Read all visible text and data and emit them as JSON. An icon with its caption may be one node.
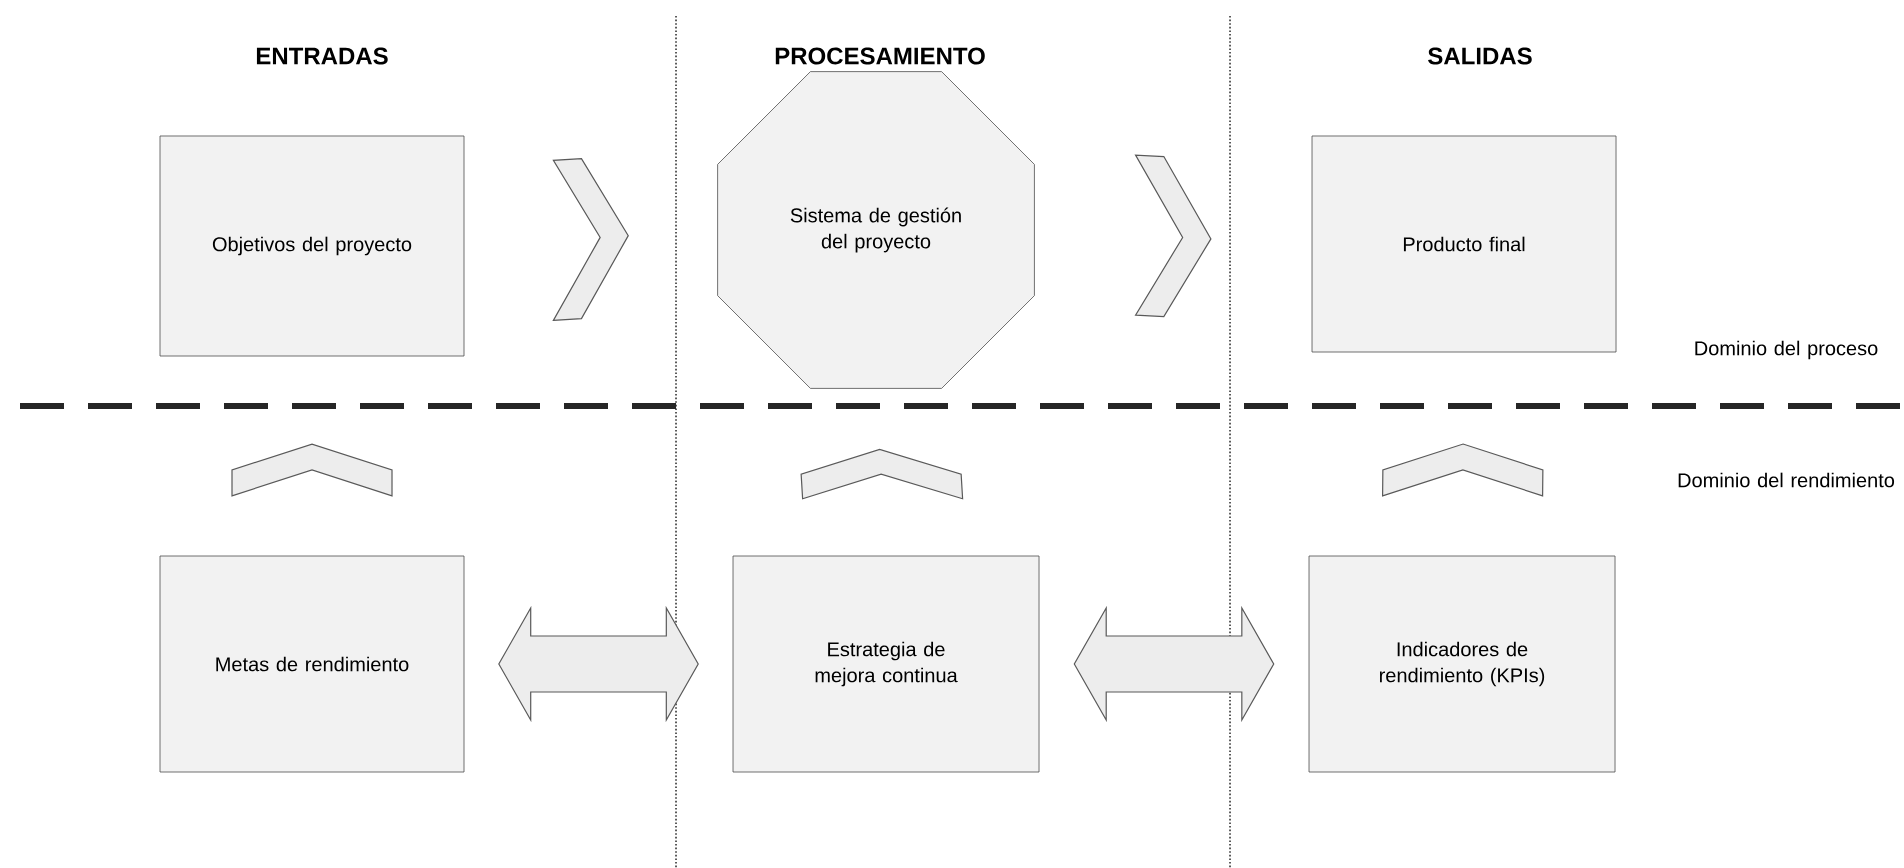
{
  "diagram": {
    "nodes": [
      {
        "text": [
          "Objetivos del proyecto"
        ]
      },
      {
        "text": [
          "Sistema de gestión del proyecto"
        ]
      },
      {
        "text": [
          "Producto final"
        ]
      },
      {
        "text": [
          "Metas de rendimiento"
        ]
      },
      {
        "text": [
          "Estrategia de mejora continua"
        ]
      },
      {
        "text": [
          "Indicadores de rendimiento (KPIs)"
        ]
      }
    ],
    "edges": [
      {
        "from": 0,
        "to": 1,
        "arrow": "to"
      },
      {
        "from": 1,
        "to": 2,
        "arrow": "to"
      },
      {
        "from": 3,
        "to": 0,
        "arrow": "to"
      },
      {
        "from": 4,
        "to": 1,
        "arrow": "to"
      },
      {
        "from": 5,
        "to": 2,
        "arrow": "to"
      },
      {
        "from": 3,
        "to": 4,
        "arrow": "both"
      },
      {
        "from": 4,
        "to": 5,
        "arrow": "both"
      }
    ],
    "labels": [
      "ENTRADAS",
      "PROCESAMIENTO",
      "SALIDAS",
      "Dominio del proceso",
      "Dominio del rendimiento"
    ]
  }
}
